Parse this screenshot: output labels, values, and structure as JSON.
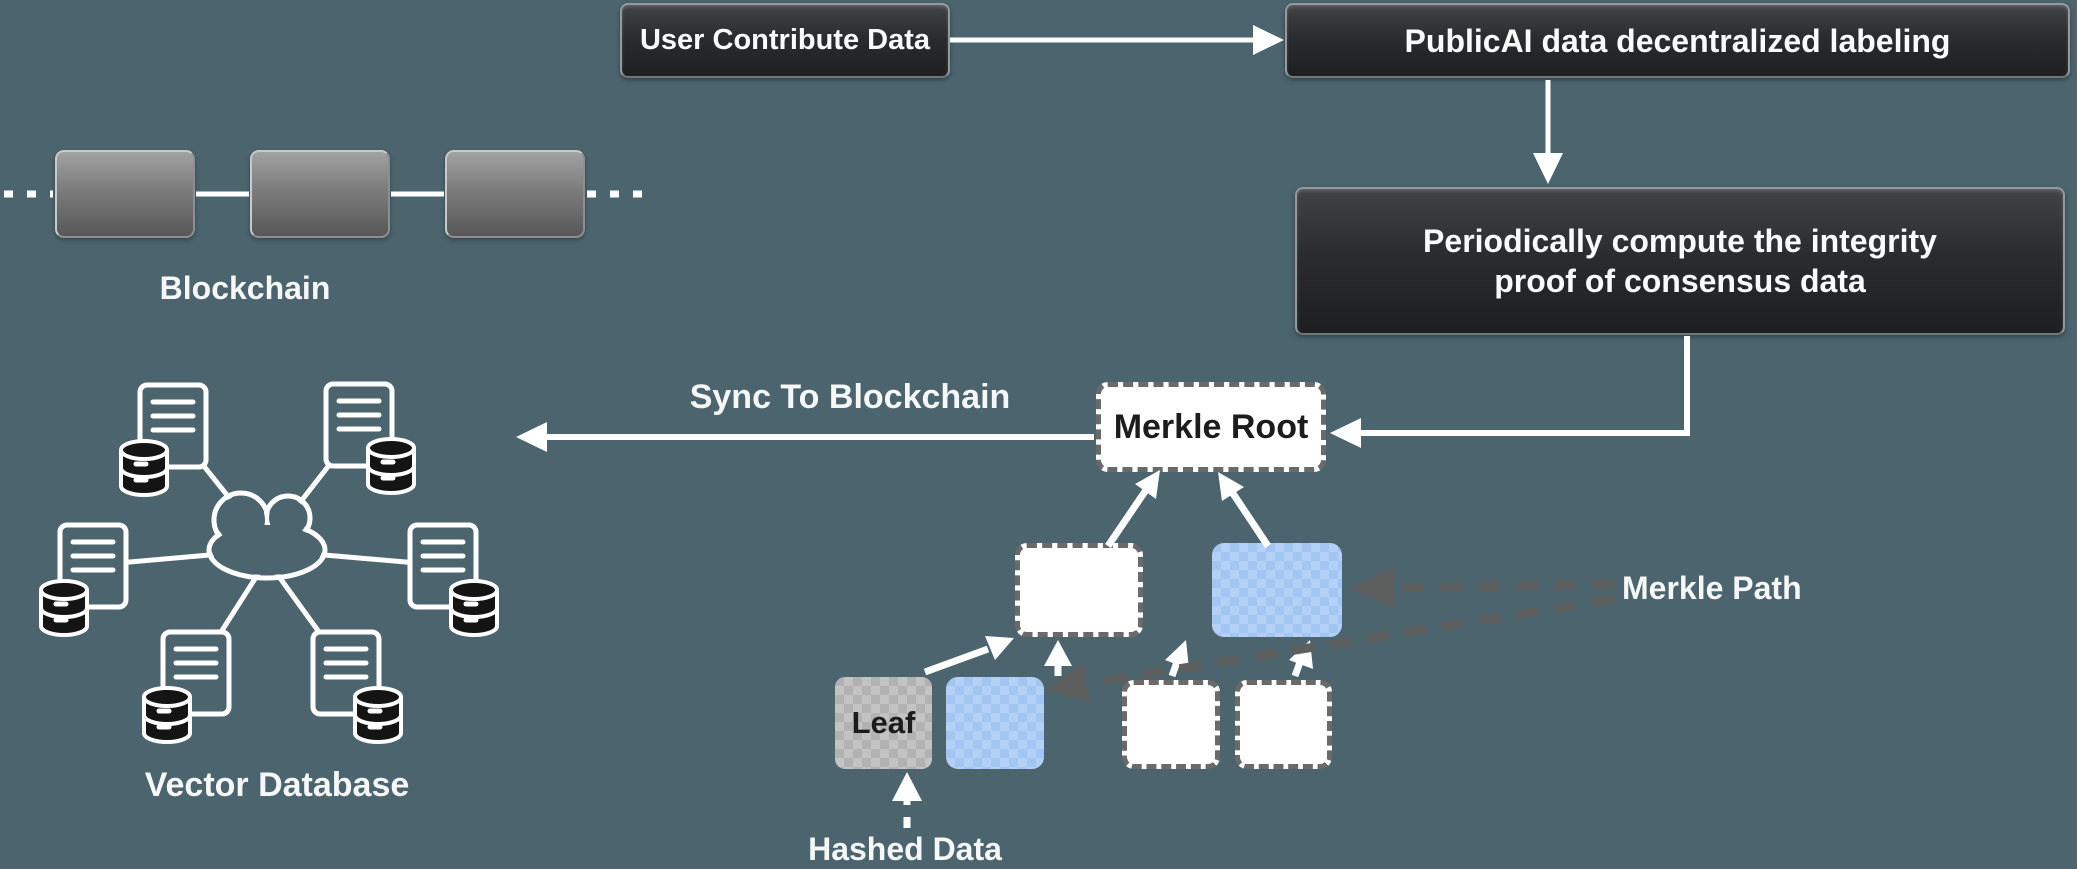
{
  "colors": {
    "background": "#4b646e",
    "dark_box": "#2b2c2e",
    "node_blue": "#a3c5f1",
    "node_gray": "#b2b2b2",
    "dashed_border": "#6a6a6a",
    "arrow_white": "#ffffff",
    "merkle_path_arrow": "#5d5f5f",
    "text_light": "#fafafa",
    "text_dark": "#1c1c1c"
  },
  "flow_boxes": {
    "user_contribute": "User Contribute Data",
    "publicai_labeling": "PublicAI data decentralized labeling",
    "integrity_line1": "Periodically compute the integrity",
    "integrity_line2": "proof of consensus data"
  },
  "merkle": {
    "root": "Merkle Root",
    "leaf": "Leaf",
    "path_label": "Merkle Path",
    "hashed_data_label": "Hashed Data"
  },
  "labels": {
    "blockchain": "Blockchain",
    "vector_database": "Vector Database",
    "sync_to_blockchain": "Sync To Blockchain"
  }
}
